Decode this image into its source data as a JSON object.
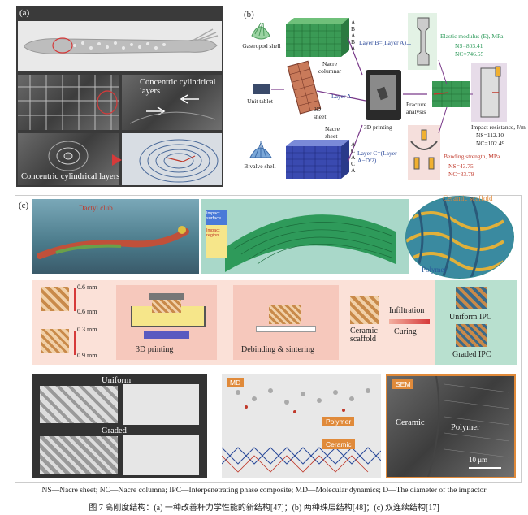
{
  "panel_a": {
    "label": "(a)",
    "concentric_top": "Concentric cylindrical layers",
    "concentric_bottom": "Concentric cylindrical layers"
  },
  "panel_b": {
    "label": "(b)",
    "gastropod": "Gastropod shell",
    "unit_tablet": "Unit tablet",
    "bivalve": "Bivalve shell",
    "nacre_columnar": "Nacre columnar",
    "layer_b": "Layer B=(Layer A)⊥",
    "layer_a": "Layer A",
    "sheet_2d": "2D sheet",
    "nacre_sheet": "Nacre sheet",
    "layer_c": "Layer C=(Layer A−D/2)⊥",
    "printing": "3D printing",
    "fracture": "Fracture analysis",
    "letters_top": [
      "A",
      "B",
      "A",
      "B",
      "A"
    ],
    "letters_bottom": [
      "A",
      "C",
      "A",
      "C",
      "A"
    ],
    "elastic_title": "Elastic modulus (E), MPa",
    "elastic_ns": "NS=803.41",
    "elastic_nc": "NC=746.55",
    "impact_title": "Impact resistance, J/m",
    "impact_ns": "NS=112.10",
    "impact_nc": "NC=102.49",
    "bending_title": "Bending strength, MPa",
    "bending_ns": "NS=43.75",
    "bending_nc": "NC=33.79"
  },
  "panel_c": {
    "label": "(c)",
    "dactyl": "Dactyl club",
    "impact_surface": "Impact surface",
    "impact_region": "Impact region",
    "ceramic_scaffold_top": "Ceramic scaffold",
    "polymer_top": "Polymer",
    "mm_1": "0.6 mm",
    "mm_2": "0.6 mm",
    "mm_3": "0.3 mm",
    "mm_4": "0.9 mm",
    "printing": "3D printing",
    "debinding": "Debinding & sintering",
    "ceramic_scaffold": "Ceramic scaffold",
    "infiltration": "Infiltration",
    "curing": "Curing",
    "uniform_ipc": "Uniform IPC",
    "graded_ipc": "Graded IPC",
    "uniform": "Uniform",
    "graded": "Graded",
    "md": "MD",
    "md_polymer": "Polymer",
    "md_ceramic": "Ceramic",
    "sem": "SEM",
    "sem_ceramic": "Ceramic",
    "sem_polymer": "Polymer",
    "scale": "10 μm"
  },
  "caption": {
    "legend": "NS—Nacre sheet; NC—Nacre columna; IPC—Interpenetrating phase composite; MD—Molecular dynamics; D—The diameter of the impactor",
    "title": "图 7  高刚度结构：(a) 一种改善杆力学性能的新结构[47]；(b) 两种珠层结构[48]；(c) 双连续结构[17]"
  }
}
